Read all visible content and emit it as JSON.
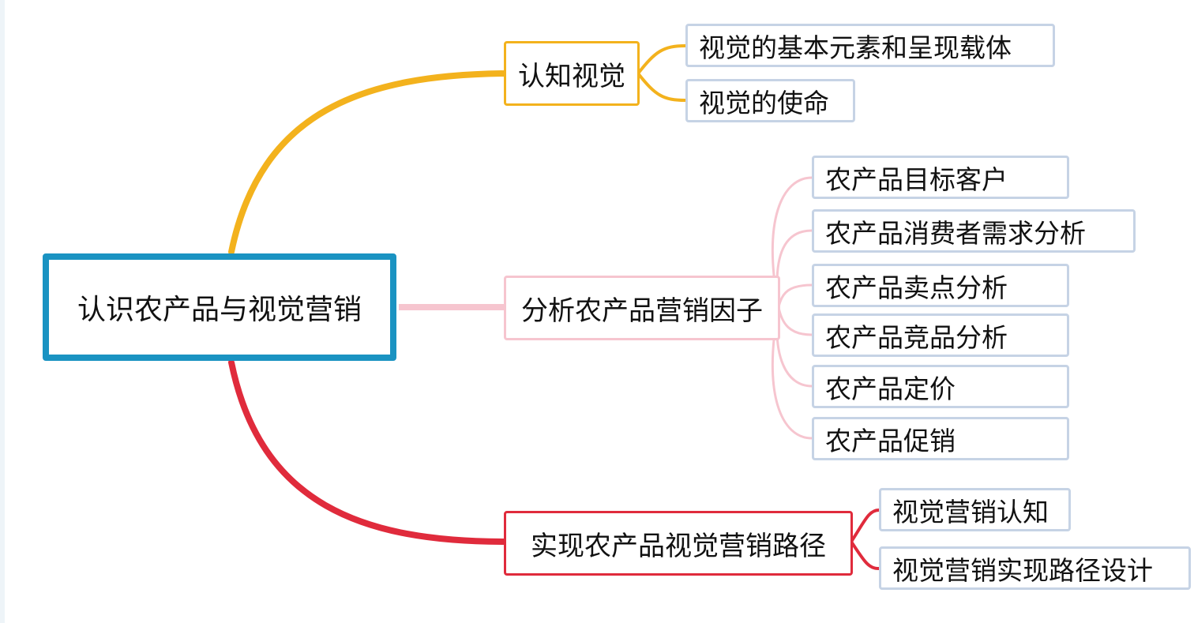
{
  "root": {
    "label": "认识农产品与视觉营销"
  },
  "branches": [
    {
      "label": "认知视觉",
      "color": "#f3b21d",
      "children": [
        "视觉的基本元素和呈现载体",
        "视觉的使命"
      ]
    },
    {
      "label": "分析农产品营销因子",
      "color": "#f6c5cf",
      "children": [
        "农产品目标客户",
        "农产品消费者需求分析",
        "农产品卖点分析",
        "农产品竞品分析",
        "农产品定价",
        "农产品促销"
      ]
    },
    {
      "label": "实现农产品视觉营销路径",
      "color": "#e02b3c",
      "children": [
        "视觉营销认知",
        "视觉营销实现路径设计"
      ]
    }
  ],
  "colors": {
    "root_border": "#1a93c2",
    "leaf_border": "#c6d3e5"
  }
}
